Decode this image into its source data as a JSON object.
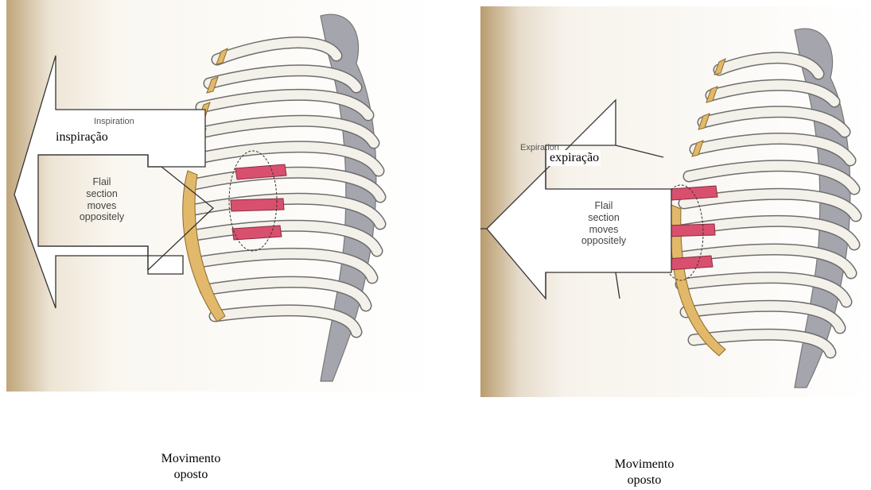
{
  "left_panel": {
    "printed_arrow_label": "Inspiration",
    "overlay_label": "inspiração",
    "flail_label_lines": [
      "Flail",
      "section",
      "moves",
      "oppositely"
    ],
    "caption_lines": [
      "Movimento",
      "oposto"
    ]
  },
  "right_panel": {
    "printed_arrow_label": "Expiration",
    "overlay_label": "expiração",
    "flail_label_lines": [
      "Flail",
      "section",
      "moves",
      "oppositely"
    ],
    "caption_lines": [
      "Movimento",
      "oposto"
    ]
  },
  "colors": {
    "flail_segment": "#d9506f",
    "cartilage": "#e2b86a",
    "bone": "#f4f1ea",
    "bone_outline": "#6e6e6e",
    "spine_shadow": "#9a9aa2",
    "paper_edge": "#c4a777"
  }
}
